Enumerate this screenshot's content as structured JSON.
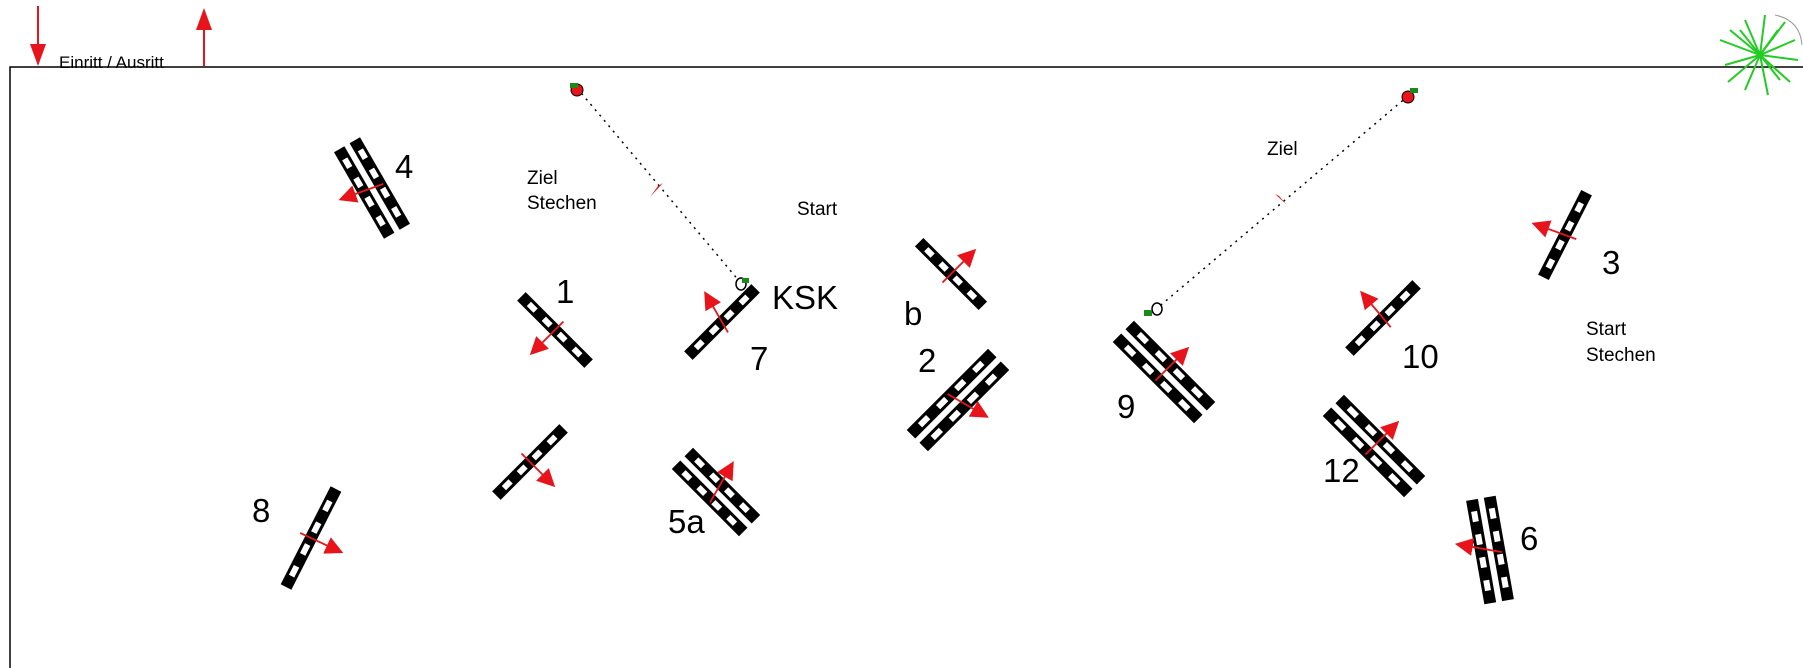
{
  "entry": {
    "label": "Einritt / Ausritt"
  },
  "start": {
    "label": "Start"
  },
  "finish": {
    "label": "Ziel"
  },
  "jumpoff_finish": {
    "line1": "Ziel",
    "line2": "Stechen"
  },
  "jumpoff_start": {
    "line1": "Start",
    "line2": "Stechen"
  },
  "obstacle_labels": {
    "o1": "1",
    "o2": "2",
    "o3": "3",
    "o4": "4",
    "o5a": "5a",
    "o6": "6",
    "o7": "7",
    "o8": "8",
    "o9": "9",
    "o10": "10",
    "o12": "12",
    "ob": "b",
    "oksk": "KSK"
  },
  "colors": {
    "arrow": "#e8141b",
    "rail": "#000000",
    "marker_green": "#1a8a1a",
    "marker_red": "#e8141b",
    "tree": "#22cc22"
  },
  "icons": [
    "down-arrow-icon",
    "up-arrow-icon",
    "tree-icon",
    "start-marker-icon",
    "finish-marker-icon"
  ]
}
